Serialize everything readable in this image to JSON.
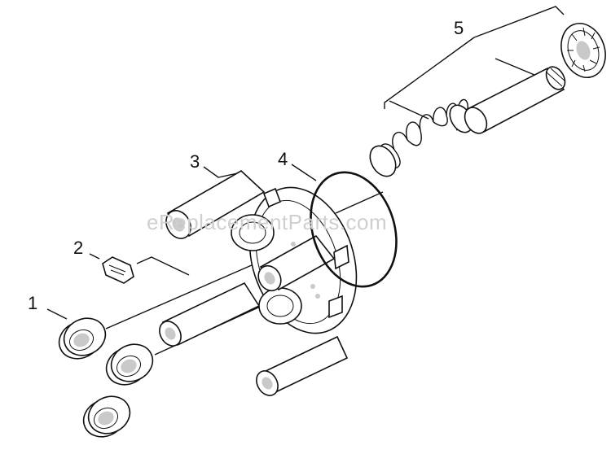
{
  "diagram": {
    "callouts": [
      "1",
      "2",
      "3",
      "4",
      "5"
    ],
    "watermark": "eReplacementParts.com"
  },
  "colors": {
    "line": "#111111",
    "background": "#ffffff",
    "watermark": "#cfcfcf"
  }
}
